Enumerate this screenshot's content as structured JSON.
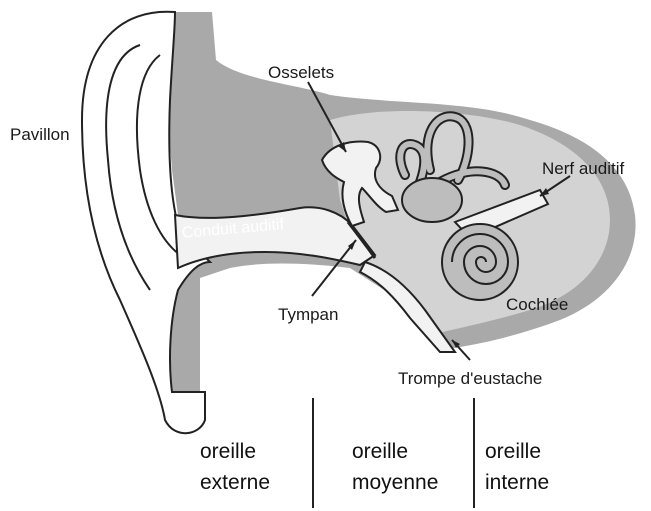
{
  "labels": {
    "pavillon": "Pavillon",
    "osselets": "Osselets",
    "nerf_auditif": "Nerf auditif",
    "conduit_auditif": "Conduit auditif",
    "tympan": "Tympan",
    "cochlee": "Cochlée",
    "trompe": "Trompe d'eustache"
  },
  "regions": {
    "externe": {
      "line1": "oreille",
      "line2": "externe"
    },
    "moyenne": {
      "line1": "oreille",
      "line2": "moyenne"
    },
    "interne": {
      "line1": "oreille",
      "line2": "interne"
    }
  },
  "colors": {
    "tissue": "#a9a9a9",
    "light_tissue": "#d3d3d3",
    "outline": "#222222",
    "canal": "#f2f2f2",
    "background": "#ffffff"
  }
}
